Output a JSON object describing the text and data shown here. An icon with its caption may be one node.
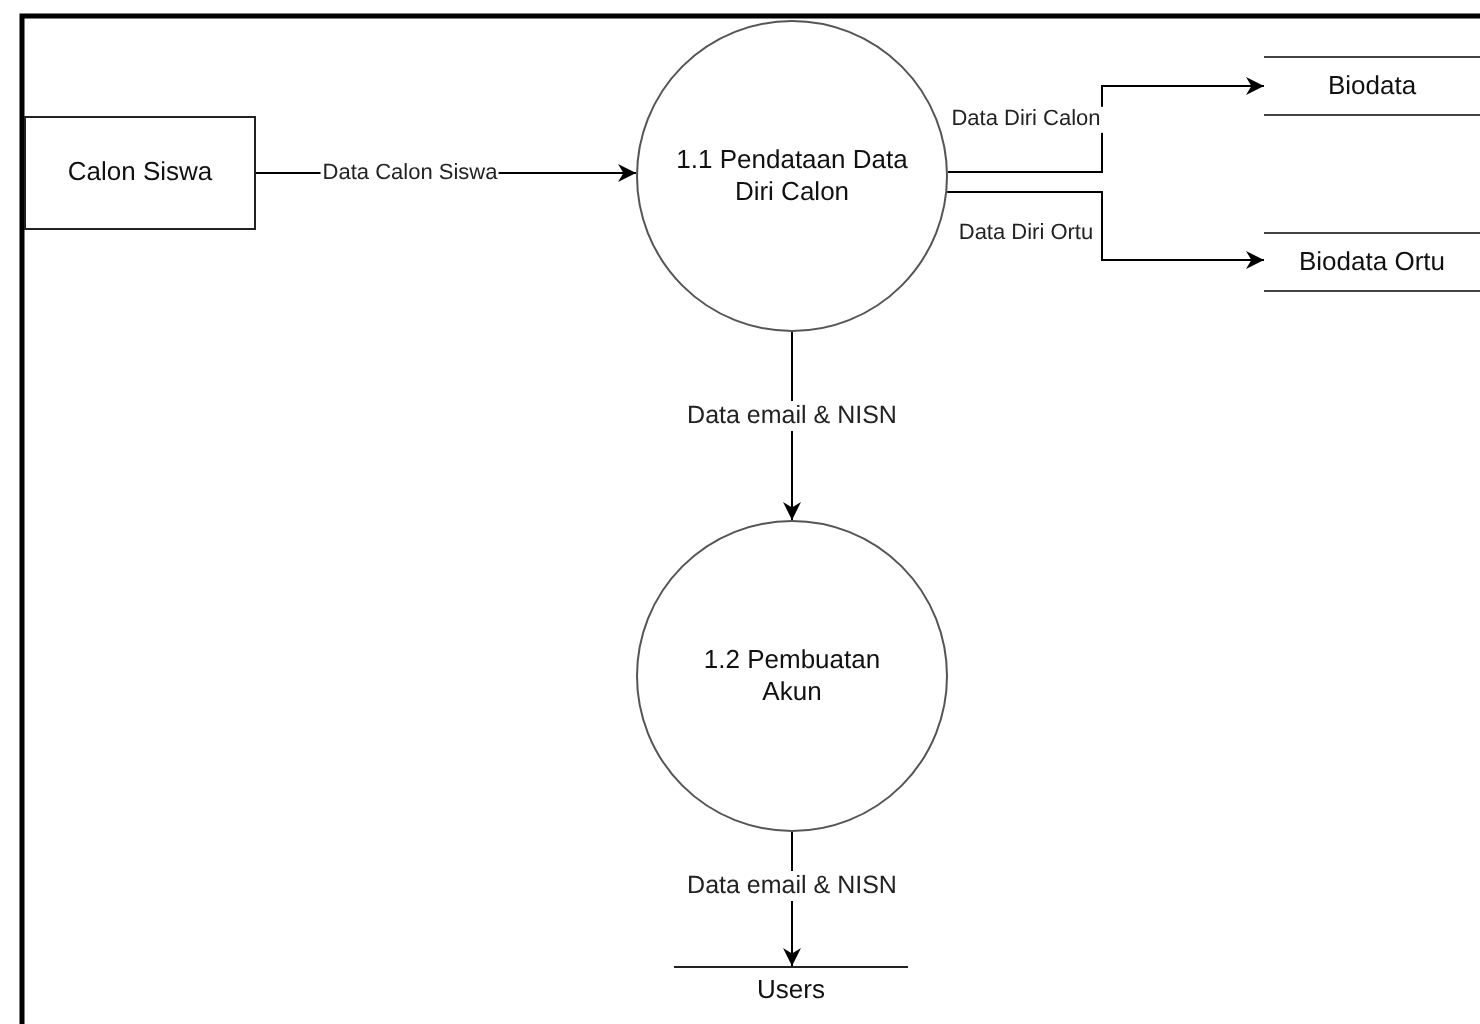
{
  "diagram": {
    "nodes": [
      {
        "text": [
          "Calon Siswa"
        ]
      },
      {
        "text": [
          "1.1 Pendataan Data Diri Calon"
        ]
      },
      {
        "text": [
          "Biodata"
        ]
      },
      {
        "text": [
          "Biodata Ortu"
        ]
      },
      {
        "text": [
          "1.2 Pembuatan Akun"
        ]
      },
      {
        "text": [
          "Users"
        ]
      }
    ],
    "edges": [
      {
        "from": 0,
        "to": 1,
        "arrow": "to",
        "label": "Data Calon Siswa"
      },
      {
        "from": 1,
        "to": 2,
        "arrow": "to",
        "label": "Data Diri Calon"
      },
      {
        "from": 1,
        "to": 3,
        "arrow": "to",
        "label": "Data Diri Ortu"
      },
      {
        "from": 1,
        "to": 4,
        "arrow": "to",
        "label": "Data email & NISN"
      },
      {
        "from": 4,
        "to": 5,
        "arrow": "to",
        "label": "Data email & NISN"
      }
    ]
  }
}
